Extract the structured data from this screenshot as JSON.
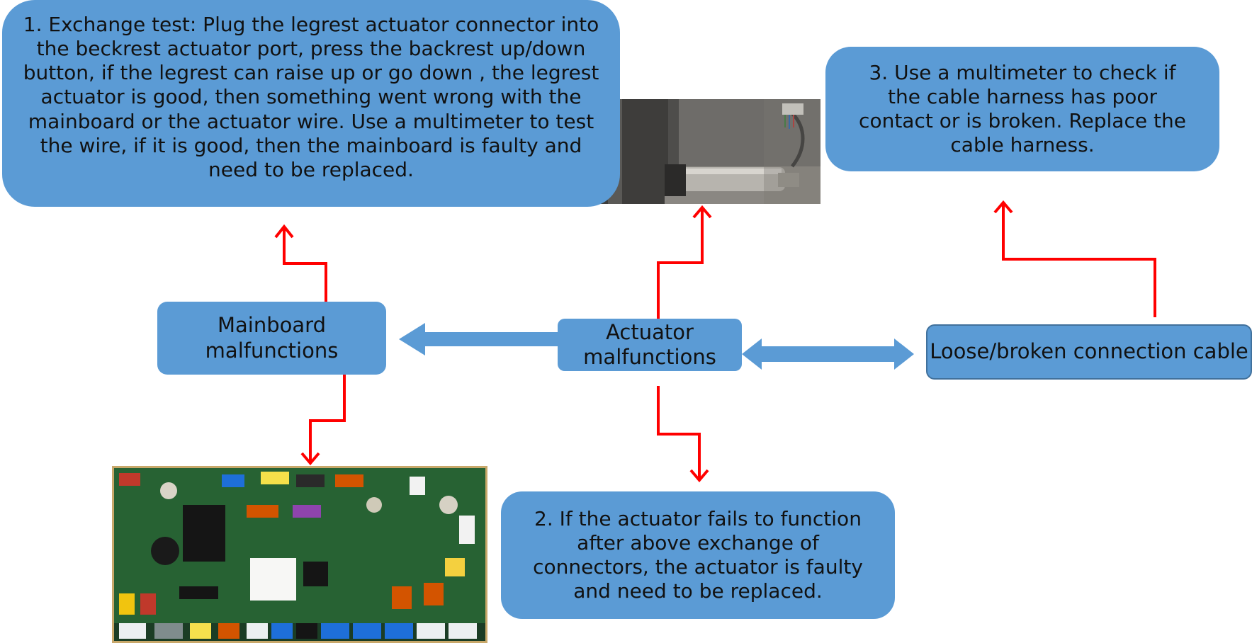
{
  "boxes": {
    "exchange_test": "1. Exchange test: Plug the legrest actuator connector into the beckrest actuator port, press the backrest up/down button, if the legrest can raise up or go down , the legrest actuator is good, then something went wrong with the mainboard or the actuator wire. Use a multimeter to test the wire, if it is good, then the mainboard is faulty and need to be replaced.",
    "multimeter": "3. Use a multimeter to check if the cable harness has poor contact or is broken. Replace the cable harness.",
    "replace_actuator": "2. If the actuator fails to function after above exchange of connectors, the actuator is faulty and need to be replaced."
  },
  "nodes": {
    "mainboard": "Mainboard malfunctions",
    "actuator": "Actuator malfunctions",
    "loose_cable": "Loose/broken connection cable"
  },
  "photos": {
    "actuator_photo": "linear actuator with cable connector",
    "mainboard_photo": "green control mainboard (PCB)"
  },
  "colors": {
    "box_fill": "#5b9bd5",
    "connector_arrow": "#ff0000",
    "block_arrow": "#5b9bd5"
  }
}
